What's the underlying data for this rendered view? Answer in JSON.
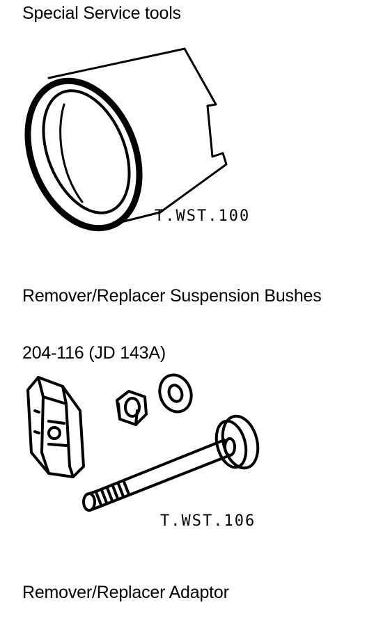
{
  "section_title": "Special Service tools",
  "tool1": {
    "code": "T.WST.100",
    "description": "Remover/Replacer Suspension Bushes"
  },
  "tool2": {
    "part_number": "204-116 (JD 143A)",
    "code": "T.WST.106",
    "description": "Remover/Replacer Adaptor"
  }
}
